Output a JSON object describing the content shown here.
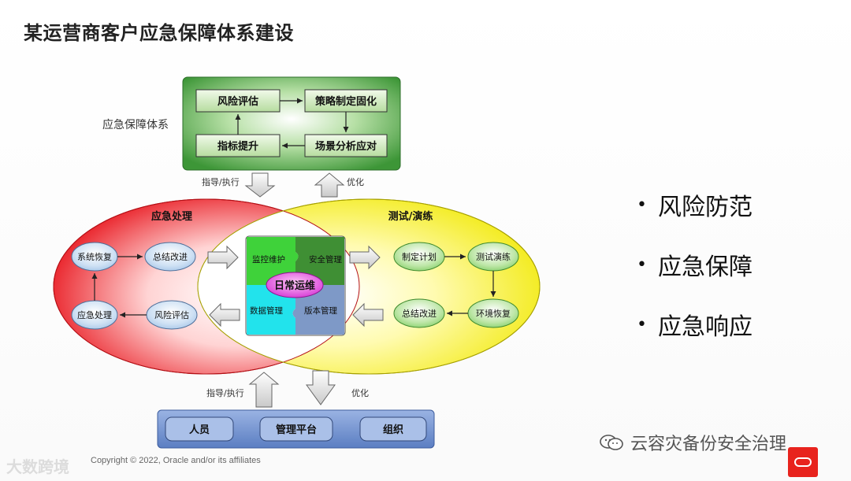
{
  "title": "某运营商客户应急保障体系建设",
  "top_box": {
    "label": "应急保障体系",
    "nodes": [
      "风险评估",
      "策略制定固化",
      "指标提升",
      "场景分析应对"
    ]
  },
  "arrows_top": {
    "down": "指导/执行",
    "up": "优化"
  },
  "arrows_bottom": {
    "up": "指导/执行",
    "down": "优化"
  },
  "left_ellipse": {
    "title": "应急处理",
    "nodes": [
      "系统恢复",
      "总结改进",
      "应急处理",
      "风险评估"
    ]
  },
  "right_ellipse": {
    "title": "测试/演练",
    "nodes": [
      "制定计划",
      "测试演练",
      "总结改进",
      "环境恢复"
    ]
  },
  "center": {
    "hub": "日常运维",
    "pieces": [
      "监控维护",
      "安全管理",
      "数据管理",
      "版本管理"
    ]
  },
  "bottom_box": {
    "items": [
      "人员",
      "管理平台",
      "组织"
    ]
  },
  "bullets": [
    "风险防范",
    "应急保障",
    "应急响应"
  ],
  "footer": "Copyright © 2022, Oracle and/or its affiliates",
  "watermark_left": "大数跨境",
  "watermark_right": "云容灾备份安全治理",
  "colors": {
    "green_box": "#3f9a3a",
    "red_ellipse": "#e8141c",
    "yellow_ellipse": "#f5f01a",
    "blue_box": "#5b7ec2"
  }
}
